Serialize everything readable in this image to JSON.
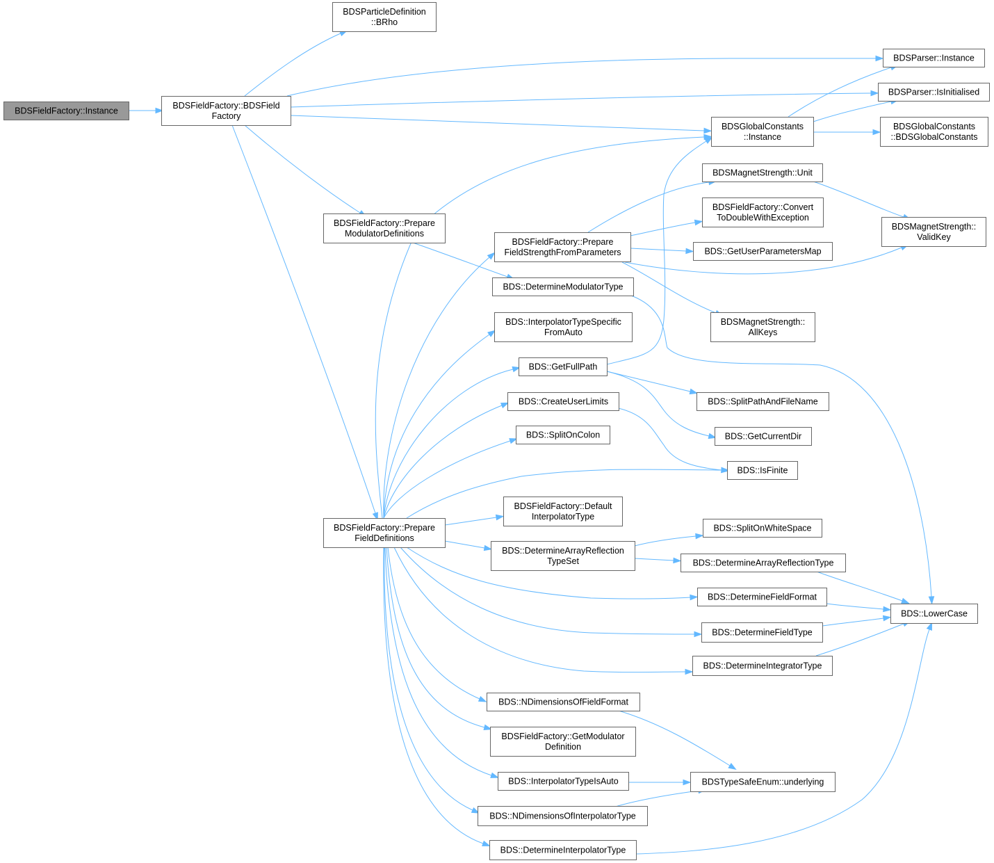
{
  "diagram": {
    "type": "call-graph",
    "edge_color": "#63b8ff",
    "node_border_color": "#666666",
    "root_fill_color": "#999999",
    "nodes": [
      {
        "id": "n_root",
        "lines": [
          "BDSFieldFactory::Instance"
        ],
        "root": true
      },
      {
        "id": "n_ctor",
        "lines": [
          "BDSFieldFactory::BDSField",
          "Factory"
        ]
      },
      {
        "id": "n_brho",
        "lines": [
          "BDSParticleDefinition",
          "::BRho"
        ]
      },
      {
        "id": "n_parser_inst",
        "lines": [
          "BDSParser::Instance"
        ]
      },
      {
        "id": "n_parser_init",
        "lines": [
          "BDSParser::IsInitialised"
        ]
      },
      {
        "id": "n_gc_inst",
        "lines": [
          "BDSGlobalConstants",
          "::Instance"
        ]
      },
      {
        "id": "n_gc_ctor",
        "lines": [
          "BDSGlobalConstants",
          "::BDSGlobalConstants"
        ]
      },
      {
        "id": "n_ms_unit",
        "lines": [
          "BDSMagnetStrength::Unit"
        ]
      },
      {
        "id": "n_convert",
        "lines": [
          "BDSFieldFactory::Convert",
          "ToDoubleWithException"
        ]
      },
      {
        "id": "n_validkey",
        "lines": [
          "BDSMagnetStrength::",
          "ValidKey"
        ]
      },
      {
        "id": "n_prep_mod",
        "lines": [
          "BDSFieldFactory::Prepare",
          "ModulatorDefinitions"
        ]
      },
      {
        "id": "n_prep_fs",
        "lines": [
          "BDSFieldFactory::Prepare",
          "FieldStrengthFromParameters"
        ]
      },
      {
        "id": "n_userparams",
        "lines": [
          "BDS::GetUserParametersMap"
        ]
      },
      {
        "id": "n_det_mod",
        "lines": [
          "BDS::DetermineModulatorType"
        ]
      },
      {
        "id": "n_allkeys",
        "lines": [
          "BDSMagnetStrength::",
          "AllKeys"
        ]
      },
      {
        "id": "n_interp_auto",
        "lines": [
          "BDS::InterpolatorTypeSpecific",
          "FromAuto"
        ]
      },
      {
        "id": "n_fullpath",
        "lines": [
          "BDS::GetFullPath"
        ]
      },
      {
        "id": "n_splitpath",
        "lines": [
          "BDS::SplitPathAndFileName"
        ]
      },
      {
        "id": "n_userlimits",
        "lines": [
          "BDS::CreateUserLimits"
        ]
      },
      {
        "id": "n_curdir",
        "lines": [
          "BDS::GetCurrentDir"
        ]
      },
      {
        "id": "n_colon",
        "lines": [
          "BDS::SplitOnColon"
        ]
      },
      {
        "id": "n_finite",
        "lines": [
          "BDS::IsFinite"
        ]
      },
      {
        "id": "n_def_interp",
        "lines": [
          "BDSFieldFactory::Default",
          "InterpolatorType"
        ]
      },
      {
        "id": "n_prep_fd",
        "lines": [
          "BDSFieldFactory::Prepare",
          "FieldDefinitions"
        ]
      },
      {
        "id": "n_whitespace",
        "lines": [
          "BDS::SplitOnWhiteSpace"
        ]
      },
      {
        "id": "n_arr_set",
        "lines": [
          "BDS::DetermineArrayReflection",
          "TypeSet"
        ]
      },
      {
        "id": "n_arr_type",
        "lines": [
          "BDS::DetermineArrayReflectionType"
        ]
      },
      {
        "id": "n_field_format",
        "lines": [
          "BDS::DetermineFieldFormat"
        ]
      },
      {
        "id": "n_lowercase",
        "lines": [
          "BDS::LowerCase"
        ]
      },
      {
        "id": "n_field_type",
        "lines": [
          "BDS::DetermineFieldType"
        ]
      },
      {
        "id": "n_integrator",
        "lines": [
          "BDS::DetermineIntegratorType"
        ]
      },
      {
        "id": "n_ndim_ff",
        "lines": [
          "BDS::NDimensionsOfFieldFormat"
        ]
      },
      {
        "id": "n_get_mod",
        "lines": [
          "BDSFieldFactory::GetModulator",
          "Definition"
        ]
      },
      {
        "id": "n_interp_isauto",
        "lines": [
          "BDS::InterpolatorTypeIsAuto"
        ]
      },
      {
        "id": "n_underlying",
        "lines": [
          "BDSTypeSafeEnum::underlying"
        ]
      },
      {
        "id": "n_ndim_interp",
        "lines": [
          "BDS::NDimensionsOfInterpolatorType"
        ]
      },
      {
        "id": "n_det_interp",
        "lines": [
          "BDS::DetermineInterpolatorType"
        ]
      }
    ],
    "edges": [
      {
        "from": "n_root",
        "to": "n_ctor"
      },
      {
        "from": "n_ctor",
        "to": "n_brho"
      },
      {
        "from": "n_ctor",
        "to": "n_parser_inst"
      },
      {
        "from": "n_ctor",
        "to": "n_parser_init"
      },
      {
        "from": "n_ctor",
        "to": "n_gc_inst"
      },
      {
        "from": "n_ctor",
        "to": "n_prep_mod"
      },
      {
        "from": "n_ctor",
        "to": "n_prep_fd"
      },
      {
        "from": "n_gc_inst",
        "to": "n_parser_inst"
      },
      {
        "from": "n_gc_inst",
        "to": "n_parser_init"
      },
      {
        "from": "n_gc_inst",
        "to": "n_gc_ctor"
      },
      {
        "from": "n_prep_mod",
        "to": "n_det_mod"
      },
      {
        "from": "n_prep_fs",
        "to": "n_ms_unit"
      },
      {
        "from": "n_prep_fs",
        "to": "n_convert"
      },
      {
        "from": "n_prep_fs",
        "to": "n_userparams"
      },
      {
        "from": "n_prep_fs",
        "to": "n_validkey"
      },
      {
        "from": "n_prep_fs",
        "to": "n_allkeys"
      },
      {
        "from": "n_ms_unit",
        "to": "n_validkey"
      },
      {
        "from": "n_det_mod",
        "to": "n_lowercase"
      },
      {
        "from": "n_fullpath",
        "to": "n_gc_inst"
      },
      {
        "from": "n_fullpath",
        "to": "n_splitpath"
      },
      {
        "from": "n_fullpath",
        "to": "n_curdir"
      },
      {
        "from": "n_userlimits",
        "to": "n_finite"
      },
      {
        "from": "n_prep_fd",
        "to": "n_gc_inst"
      },
      {
        "from": "n_prep_fd",
        "to": "n_prep_fs"
      },
      {
        "from": "n_prep_fd",
        "to": "n_interp_auto"
      },
      {
        "from": "n_prep_fd",
        "to": "n_fullpath"
      },
      {
        "from": "n_prep_fd",
        "to": "n_userlimits"
      },
      {
        "from": "n_prep_fd",
        "to": "n_colon"
      },
      {
        "from": "n_prep_fd",
        "to": "n_finite"
      },
      {
        "from": "n_prep_fd",
        "to": "n_def_interp"
      },
      {
        "from": "n_prep_fd",
        "to": "n_arr_set"
      },
      {
        "from": "n_prep_fd",
        "to": "n_field_format"
      },
      {
        "from": "n_prep_fd",
        "to": "n_field_type"
      },
      {
        "from": "n_prep_fd",
        "to": "n_integrator"
      },
      {
        "from": "n_prep_fd",
        "to": "n_ndim_ff"
      },
      {
        "from": "n_prep_fd",
        "to": "n_get_mod"
      },
      {
        "from": "n_prep_fd",
        "to": "n_interp_isauto"
      },
      {
        "from": "n_prep_fd",
        "to": "n_ndim_interp"
      },
      {
        "from": "n_prep_fd",
        "to": "n_det_interp"
      },
      {
        "from": "n_arr_set",
        "to": "n_whitespace"
      },
      {
        "from": "n_arr_set",
        "to": "n_arr_type"
      },
      {
        "from": "n_arr_type",
        "to": "n_lowercase"
      },
      {
        "from": "n_field_format",
        "to": "n_lowercase"
      },
      {
        "from": "n_field_type",
        "to": "n_lowercase"
      },
      {
        "from": "n_integrator",
        "to": "n_lowercase"
      },
      {
        "from": "n_det_interp",
        "to": "n_lowercase"
      },
      {
        "from": "n_ndim_ff",
        "to": "n_underlying"
      },
      {
        "from": "n_interp_isauto",
        "to": "n_underlying"
      },
      {
        "from": "n_ndim_interp",
        "to": "n_underlying"
      }
    ]
  }
}
